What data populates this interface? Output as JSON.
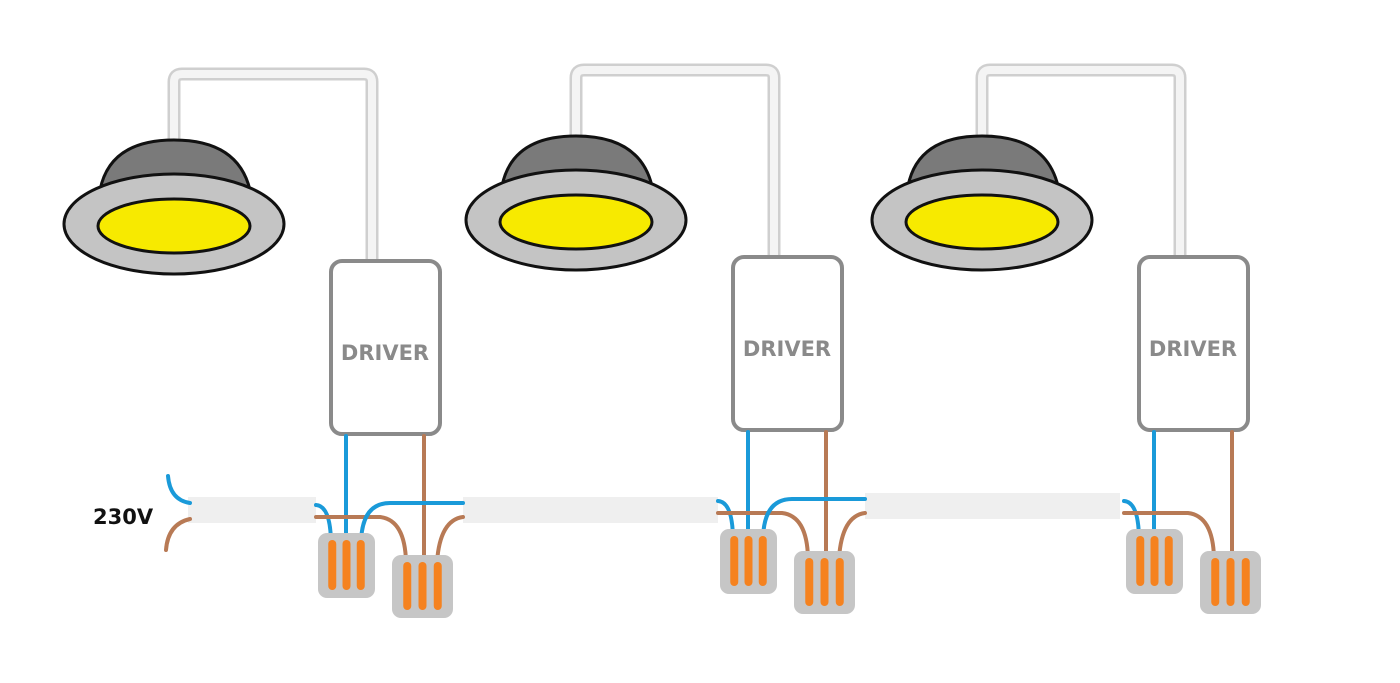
{
  "diagram": {
    "supply_label": "230V",
    "units": [
      {
        "driver_label": "DRIVER",
        "has_outgoing": true
      },
      {
        "driver_label": "DRIVER",
        "has_outgoing": true
      },
      {
        "driver_label": "DRIVER",
        "has_outgoing": false
      }
    ],
    "colors": {
      "neutral_wire": "#1a9ad9",
      "live_wire": "#b87a55",
      "connector_body": "#c6c6c6",
      "connector_lever": "#f5821f",
      "lamp_face": "#f7ea00",
      "lamp_flange": "#c4c4c4",
      "lamp_dome": "#7a7a7a",
      "driver_border": "#8a8a8a",
      "cable_sheath": "#efefef"
    }
  }
}
